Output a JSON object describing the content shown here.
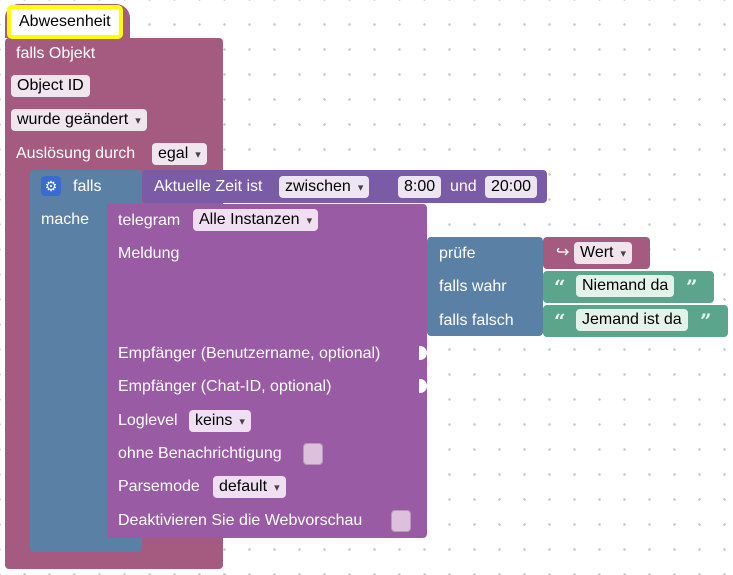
{
  "root": {
    "hat_title": "Abwesenheit",
    "line1": "falls Objekt",
    "object_id": "Object ID",
    "changed": "wurde geändert",
    "trigger_label": "Auslösung durch",
    "trigger_value": "egal"
  },
  "if_block": {
    "falls": "falls",
    "mache": "mache"
  },
  "time_block": {
    "label": "Aktuelle Zeit ist",
    "mode": "zwischen",
    "from": "8:00",
    "and": "und",
    "to": "20:00"
  },
  "telegram": {
    "label": "telegram",
    "instance": "Alle Instanzen",
    "message_label": "Meldung",
    "user_label": "Empfänger (Benutzername, optional)",
    "chat_label": "Empfänger (Chat-ID, optional)",
    "loglevel_label": "Loglevel",
    "loglevel_value": "keins",
    "silent_label": "ohne Benachrichtigung",
    "parsemode_label": "Parsemode",
    "parsemode_value": "default",
    "webpreview_label": "Deaktivieren Sie die Webvorschau"
  },
  "ternary": {
    "check": "prüfe",
    "if_true": "falls wahr",
    "if_false": "falls falsch"
  },
  "value_block": {
    "arrow": "↪",
    "name": "Wert"
  },
  "strings": {
    "true_text": "Niemand da",
    "false_text": "Jemand ist da",
    "open_quote": "“",
    "close_quote": "”"
  },
  "colors": {
    "trigger": "#a55b80",
    "if": "#5b80a5",
    "telegram": "#9a5ba5",
    "time": "#7a5ba5",
    "text": "#5ba58c",
    "hat_highlight": "#ffff00"
  }
}
